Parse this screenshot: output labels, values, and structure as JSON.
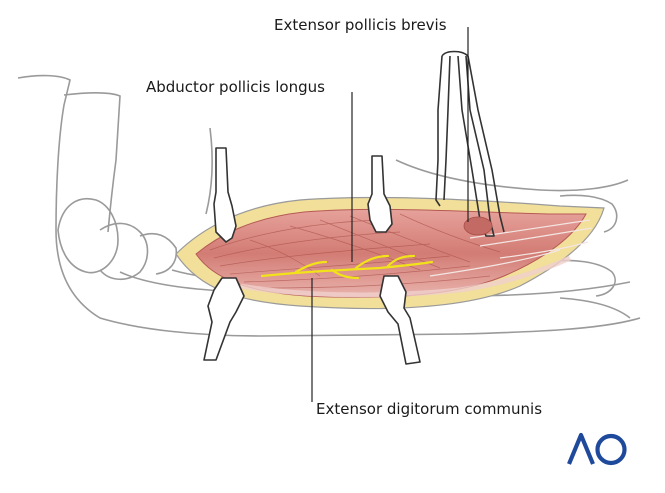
{
  "labels": {
    "extensor_pollicis_brevis": "Extensor pollicis brevis",
    "abductor_pollicis_longus": "Abductor pollicis longus",
    "extensor_digitorum_communis": "Extensor digitorum communis"
  },
  "logo": {
    "text": "AO",
    "color": "#1f4a9c"
  },
  "colors": {
    "outline": "#9a9a9a",
    "muscle": "#d8807a",
    "muscle_dark": "#b65a55",
    "fat": "#f1df9a",
    "nerve": "#f2e21a",
    "retractor": "#ffffff"
  }
}
